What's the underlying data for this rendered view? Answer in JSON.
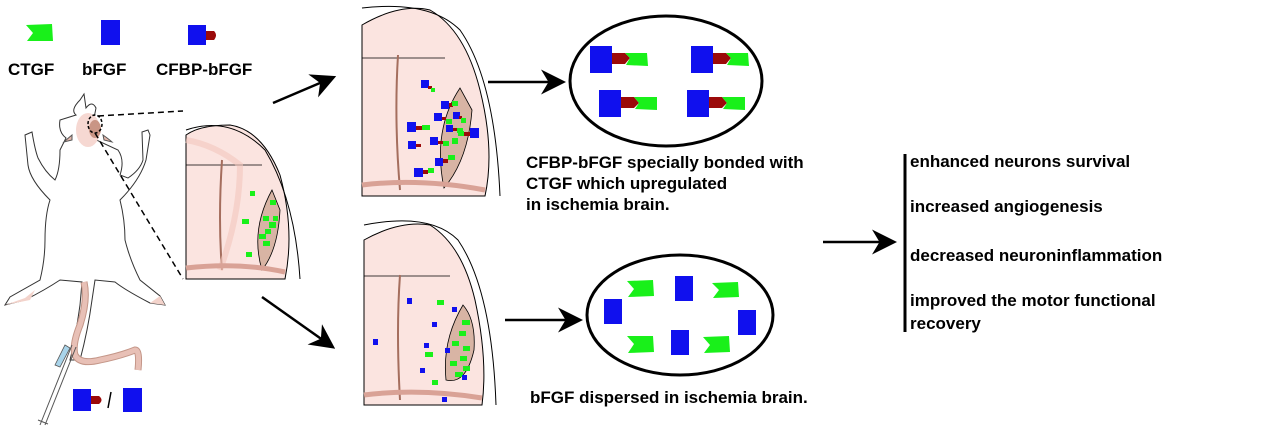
{
  "legend": {
    "items": [
      {
        "label": "CTGF",
        "icon": "ctgf-icon",
        "color": "#19f01a"
      },
      {
        "label": "bFGF",
        "icon": "bfgf-icon",
        "color": "#1010ee"
      },
      {
        "label": "CFBP-bFGF",
        "icon": "cfbp-bfgf-icon",
        "color": "#1010ee",
        "tag_color": "#9b0a0a"
      }
    ]
  },
  "colors": {
    "ctgf": "#19f01a",
    "bfgf": "#1010ee",
    "cfbp_tag": "#9b0a0a",
    "brain_tissue": "#fbe4e0",
    "brain_shade": "#f3c6bd",
    "lesion": "#d8b4a4",
    "outline": "#000000"
  },
  "injection": {
    "separator": "/"
  },
  "top_branch": {
    "caption_lines": [
      "CFBP-bFGF specially bonded with",
      "CTGF which upregulated",
      "in ischemia brain."
    ]
  },
  "bottom_branch": {
    "caption": "bFGF dispersed in ischemia brain."
  },
  "outcomes": [
    "enhanced neurons survival",
    "increased angiogenesis",
    "decreased neuroninflammation",
    "improved the motor functional",
    "recovery"
  ]
}
